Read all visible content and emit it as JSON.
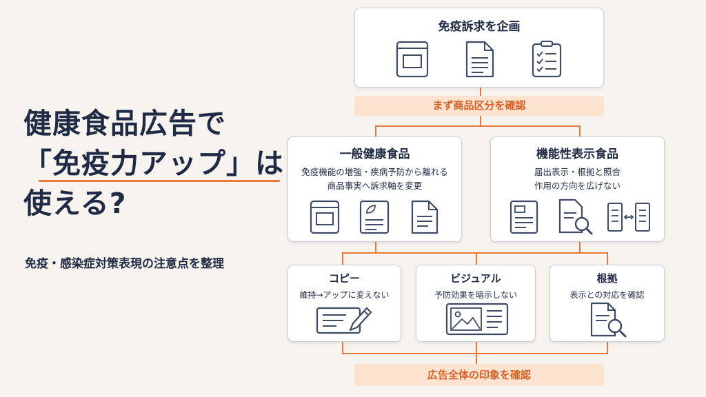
{
  "title": {
    "line1": "健康食品広告で",
    "line2": "「免疫力アップ」は",
    "line3": "使える?"
  },
  "subtitle": "免疫・感染症対策表現の注意点を整理",
  "top": {
    "title": "免疫訴求を企画"
  },
  "band_top": "まず商品区分を確認",
  "general": {
    "title": "一般健康食品",
    "desc1": "免疫機能の増強・疾病予防から離れる",
    "desc2": "商品事実へ訴求軸を変更"
  },
  "functional": {
    "title": "機能性表示食品",
    "desc1": "届出表示・根拠と照合",
    "desc2": "作用の方向を広げない"
  },
  "copy": {
    "title": "コピー",
    "desc": "維持→アップに変えない"
  },
  "visual": {
    "title": "ビジュアル",
    "desc": "予防効果を暗示しない"
  },
  "basis": {
    "title": "根拠",
    "desc": "表示との対応を確認"
  },
  "band_bottom": "広告全体の印象を確認",
  "colors": {
    "accent": "#e9793a",
    "navy": "#1f2a44",
    "band": "#fbe3cf",
    "band_text": "#d95f22",
    "icon": "#3c4a66"
  }
}
